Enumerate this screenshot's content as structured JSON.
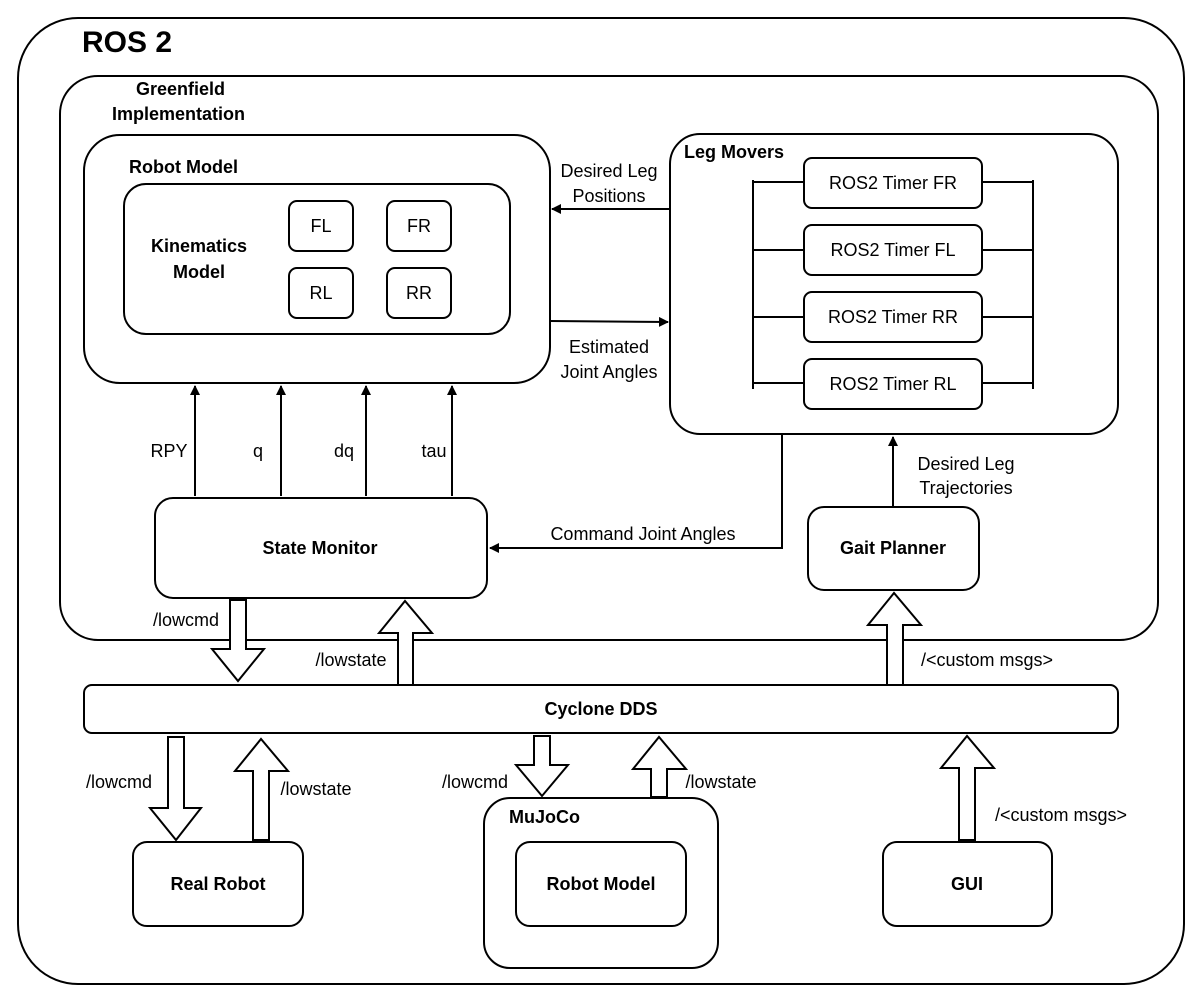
{
  "ros2": {
    "title": "ROS 2"
  },
  "greenfield": {
    "title_line1": "Greenfield",
    "title_line2": "Implementation"
  },
  "robot_model": {
    "title": "Robot Model",
    "kinematics_line1": "Kinematics",
    "kinematics_line2": "Model",
    "legs": {
      "fl": "FL",
      "fr": "FR",
      "rl": "RL",
      "rr": "RR"
    }
  },
  "leg_movers": {
    "title": "Leg Movers",
    "timers": [
      "ROS2 Timer FR",
      "ROS2 Timer FL",
      "ROS2 Timer RR",
      "ROS2 Timer RL"
    ]
  },
  "edges": {
    "desired_leg_positions_line1": "Desired Leg",
    "desired_leg_positions_line2": "Positions",
    "estimated_joint_angles_line1": "Estimated",
    "estimated_joint_angles_line2": "Joint Angles",
    "rpy": "RPY",
    "q": "q",
    "dq": "dq",
    "tau": "tau",
    "command_joint_angles": "Command Joint Angles",
    "desired_leg_trajectories_line1": "Desired Leg",
    "desired_leg_trajectories_line2": "Trajectories"
  },
  "state_monitor": {
    "title": "State Monitor"
  },
  "gait_planner": {
    "title": "Gait Planner"
  },
  "cyclone_dds": {
    "title": "Cyclone DDS"
  },
  "topics": {
    "sm_lowcmd": "/lowcmd",
    "sm_lowstate": "/lowstate",
    "gp_custom": "/<custom msgs>",
    "real_lowcmd": "/lowcmd",
    "real_lowstate": "/lowstate",
    "mj_lowcmd": "/lowcmd",
    "mj_lowstate": "/lowstate",
    "gui_custom": "/<custom msgs>"
  },
  "real_robot": {
    "title": "Real Robot"
  },
  "mujoco": {
    "title": "MuJoCo",
    "robot_model": "Robot Model"
  },
  "gui": {
    "title": "GUI"
  }
}
